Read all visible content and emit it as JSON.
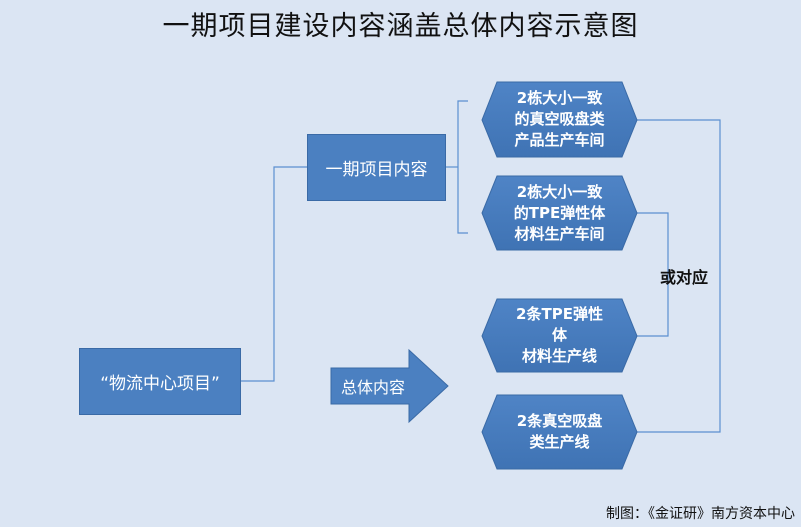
{
  "title": "一期项目建设内容涵盖总体内容示意图",
  "nodes": {
    "root": "“物流中心项目”",
    "phase1": "一期项目内容",
    "overall": "总体内容",
    "item1": "2栋大小一致\n的真空吸盘类\n产品生产车间",
    "item2": "2栋大小一致\n的TPE弹性体\n材料生产车间",
    "item3": "2条TPE弹性体\n材料生产线",
    "item4": "2条真空吸盘\n类生产线"
  },
  "correspondence_label": "或对应",
  "credit": "制图：《金证研》南方资本中心",
  "colors": {
    "background": "#dbe5f3",
    "box_fill": "#4b80c1",
    "connector": "#5b8fd0"
  }
}
